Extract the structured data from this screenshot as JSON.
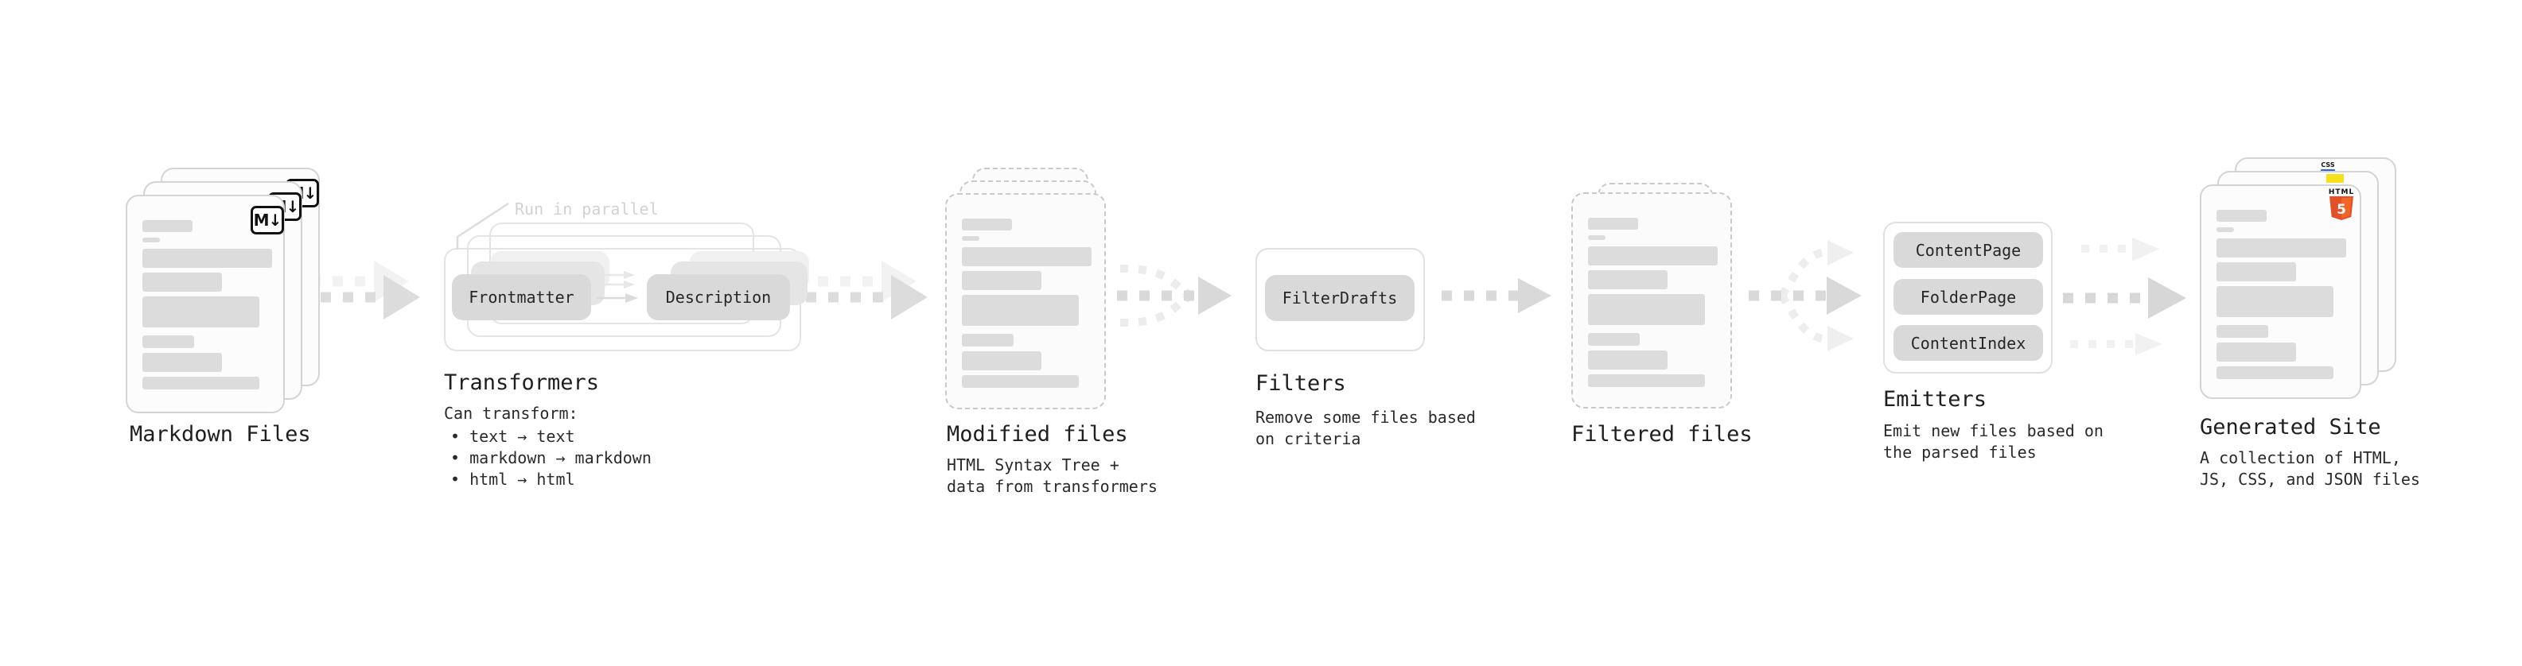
{
  "stages": {
    "markdown_files": {
      "label": "Markdown Files",
      "badge": "M↓"
    },
    "transformers": {
      "label": "Transformers",
      "annotation": "Run in parallel",
      "pill_frontmatter": "Frontmatter",
      "pill_description": "Description",
      "caption_title": "Can transform:",
      "bullets": [
        "• text → text",
        "• markdown → markdown",
        "• html → html"
      ]
    },
    "modified_files": {
      "label": "Modified files",
      "caption": "HTML Syntax Tree +\ndata from transformers"
    },
    "filters": {
      "label": "Filters",
      "pill": "FilterDrafts",
      "caption": "Remove some files based\non criteria"
    },
    "filtered_files": {
      "label": "Filtered files"
    },
    "emitters": {
      "label": "Emitters",
      "pills": [
        "ContentPage",
        "FolderPage",
        "ContentIndex"
      ],
      "caption": "Emit new files based on\nthe parsed files"
    },
    "generated_site": {
      "label": "Generated Site",
      "caption": "A collection of HTML,\nJS, CSS, and JSON files",
      "css_badge": "CSS",
      "html_badge": "HTML",
      "html5_number": "5"
    }
  },
  "colors": {
    "html5_orange": "#E34F26",
    "html5_orange_light": "#F16529",
    "js_yellow": "#F7DF1E",
    "css_blue": "#2965F1",
    "ink": "#1F1F1F",
    "caption_ink": "#2A2A2A",
    "pill_gray": "#D9D9D9",
    "bar_gray": "#DCDCDC",
    "doc_border": "#D4D4D4",
    "outline_gray": "#E4E4E4",
    "arrow_gray": "#D9D9D9",
    "arrow_faint": "#EFEFEF",
    "annotation_gray": "#D2D2D2"
  }
}
